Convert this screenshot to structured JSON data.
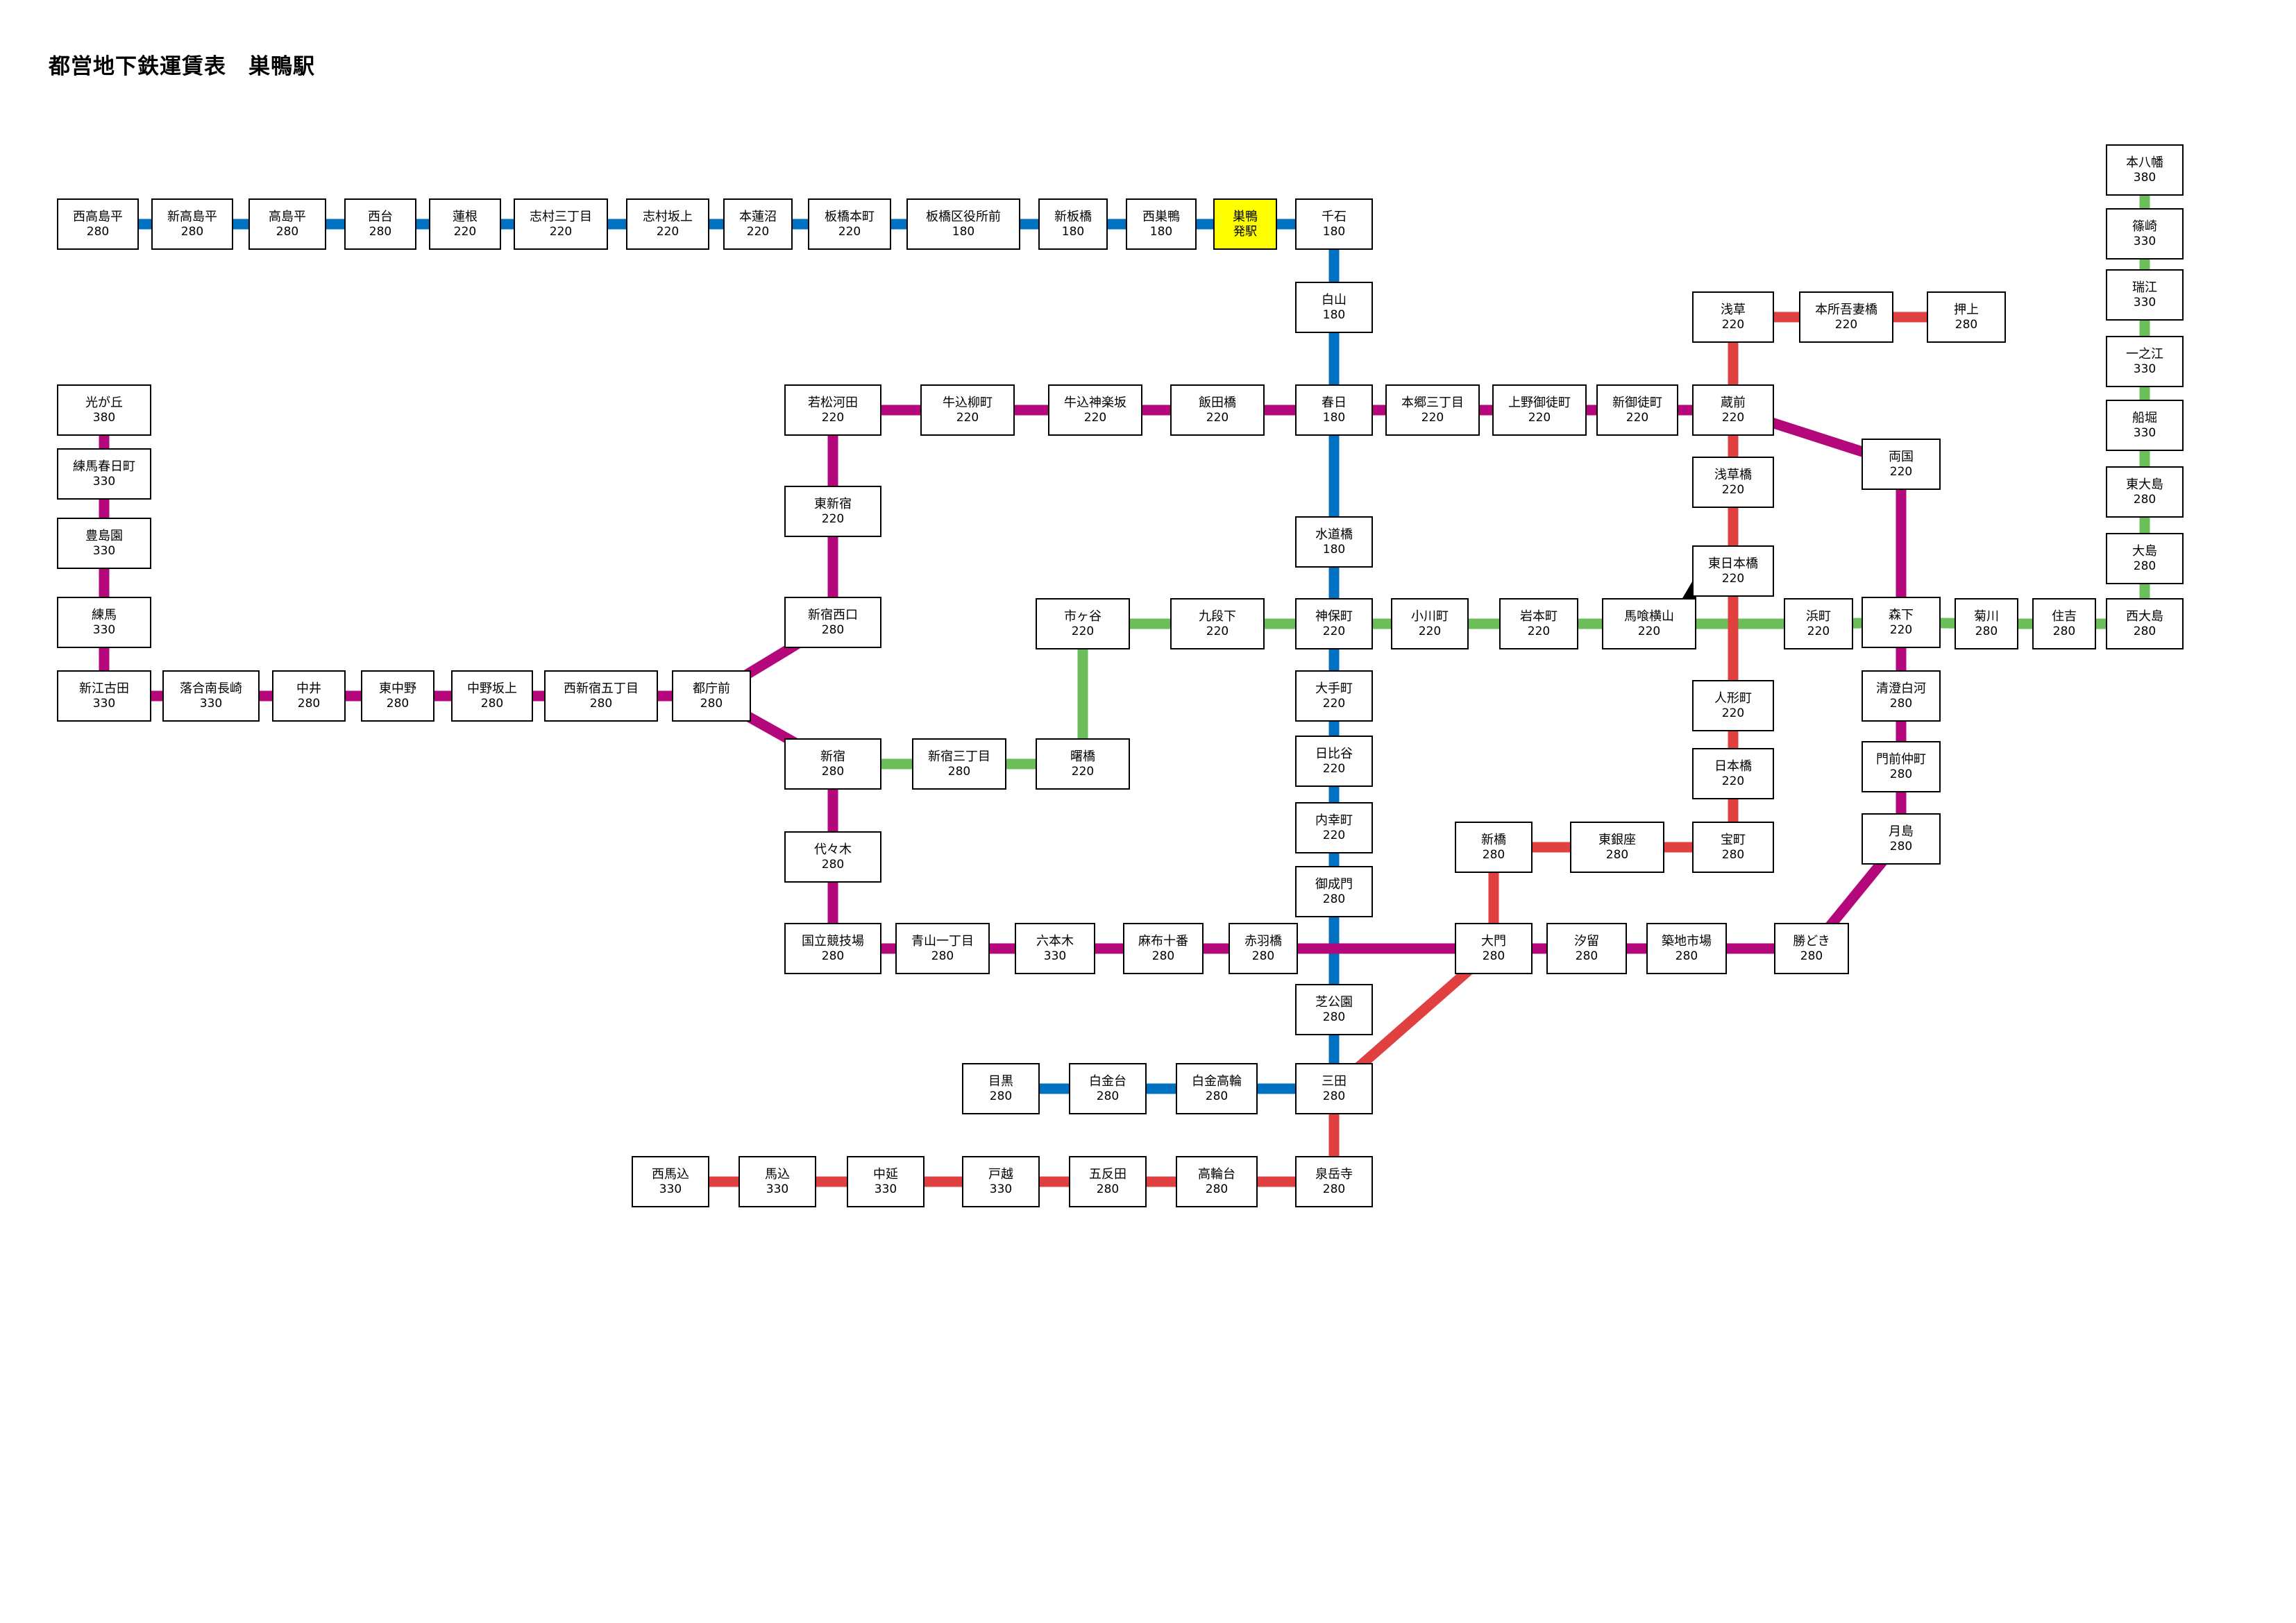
{
  "title": "都営地下鉄運賃表　巣鴨駅",
  "lines": [
    {
      "id": "mita",
      "color": "#0070c0"
    },
    {
      "id": "oedo",
      "color": "#b4077c"
    },
    {
      "id": "shinjuku",
      "color": "#6cbe5a"
    },
    {
      "id": "asakusa",
      "color": "#e04040"
    }
  ],
  "stations": [
    {
      "id": "nishitakashimadaira",
      "name": "西高島平",
      "fare": "280"
    },
    {
      "id": "shintakashimadaira",
      "name": "新高島平",
      "fare": "280"
    },
    {
      "id": "takashimadaira",
      "name": "高島平",
      "fare": "280"
    },
    {
      "id": "nishidai",
      "name": "西台",
      "fare": "280"
    },
    {
      "id": "hasune",
      "name": "蓮根",
      "fare": "220"
    },
    {
      "id": "shimura3",
      "name": "志村三丁目",
      "fare": "220"
    },
    {
      "id": "shimurasakaue",
      "name": "志村坂上",
      "fare": "220"
    },
    {
      "id": "motohasunuma",
      "name": "本蓮沼",
      "fare": "220"
    },
    {
      "id": "itabashihoncho",
      "name": "板橋本町",
      "fare": "220"
    },
    {
      "id": "itabashikuyakusho",
      "name": "板橋区役所前",
      "fare": "180"
    },
    {
      "id": "shinitabashi",
      "name": "新板橋",
      "fare": "180"
    },
    {
      "id": "nishisugamo",
      "name": "西巣鴨",
      "fare": "180"
    },
    {
      "id": "sugamo",
      "name": "巣鴨",
      "fare": "発駅",
      "origin": true
    },
    {
      "id": "sengoku",
      "name": "千石",
      "fare": "180"
    },
    {
      "id": "hakusan",
      "name": "白山",
      "fare": "180"
    },
    {
      "id": "kasuga",
      "name": "春日",
      "fare": "180"
    },
    {
      "id": "suidobashi",
      "name": "水道橋",
      "fare": "180"
    },
    {
      "id": "jimbocho",
      "name": "神保町",
      "fare": "220"
    },
    {
      "id": "otemachi",
      "name": "大手町",
      "fare": "220"
    },
    {
      "id": "hibiya",
      "name": "日比谷",
      "fare": "220"
    },
    {
      "id": "uchisaiwaicho",
      "name": "内幸町",
      "fare": "220"
    },
    {
      "id": "onarimon",
      "name": "御成門",
      "fare": "280"
    },
    {
      "id": "shibakoen",
      "name": "芝公園",
      "fare": "280"
    },
    {
      "id": "mita",
      "name": "三田",
      "fare": "280"
    },
    {
      "id": "shirokanetakanawa",
      "name": "白金高輪",
      "fare": "280"
    },
    {
      "id": "shirokanedai",
      "name": "白金台",
      "fare": "280"
    },
    {
      "id": "meguro",
      "name": "目黒",
      "fare": "280"
    },
    {
      "id": "hikarigaoka",
      "name": "光が丘",
      "fare": "380"
    },
    {
      "id": "nerimakasugacho",
      "name": "練馬春日町",
      "fare": "330"
    },
    {
      "id": "toshimaen",
      "name": "豊島園",
      "fare": "330"
    },
    {
      "id": "nerima",
      "name": "練馬",
      "fare": "330"
    },
    {
      "id": "shinegota",
      "name": "新江古田",
      "fare": "330"
    },
    {
      "id": "ochiaiminaminagasaki",
      "name": "落合南長崎",
      "fare": "330"
    },
    {
      "id": "nakai",
      "name": "中井",
      "fare": "280"
    },
    {
      "id": "higashinakano",
      "name": "東中野",
      "fare": "280"
    },
    {
      "id": "nakanosakaue",
      "name": "中野坂上",
      "fare": "280"
    },
    {
      "id": "nishishinjuku5",
      "name": "西新宿五丁目",
      "fare": "280"
    },
    {
      "id": "tochomae",
      "name": "都庁前",
      "fare": "280"
    },
    {
      "id": "shinjukunishiguchi",
      "name": "新宿西口",
      "fare": "280"
    },
    {
      "id": "higashishinjuku",
      "name": "東新宿",
      "fare": "220"
    },
    {
      "id": "wakamatsukawada",
      "name": "若松河田",
      "fare": "220"
    },
    {
      "id": "ushigomeyanagicho",
      "name": "牛込柳町",
      "fare": "220"
    },
    {
      "id": "ushigomekagurazaka",
      "name": "牛込神楽坂",
      "fare": "220"
    },
    {
      "id": "iidabashi",
      "name": "飯田橋",
      "fare": "220"
    },
    {
      "id": "hongo3",
      "name": "本郷三丁目",
      "fare": "220"
    },
    {
      "id": "uenookachimachi",
      "name": "上野御徒町",
      "fare": "220"
    },
    {
      "id": "shinokachimachi",
      "name": "新御徒町",
      "fare": "220"
    },
    {
      "id": "kuramae",
      "name": "蔵前",
      "fare": "220"
    },
    {
      "id": "ryogoku",
      "name": "両国",
      "fare": "220"
    },
    {
      "id": "morishita",
      "name": "森下",
      "fare": "220"
    },
    {
      "id": "kiyosumishirakawa",
      "name": "清澄白河",
      "fare": "280"
    },
    {
      "id": "monzennakacho",
      "name": "門前仲町",
      "fare": "280"
    },
    {
      "id": "tsukishima",
      "name": "月島",
      "fare": "280"
    },
    {
      "id": "kachidoki",
      "name": "勝どき",
      "fare": "280"
    },
    {
      "id": "tsukijishijo",
      "name": "築地市場",
      "fare": "280"
    },
    {
      "id": "shiodome",
      "name": "汐留",
      "fare": "280"
    },
    {
      "id": "daimon",
      "name": "大門",
      "fare": "280"
    },
    {
      "id": "akabanebashi",
      "name": "赤羽橋",
      "fare": "280"
    },
    {
      "id": "azabujuban",
      "name": "麻布十番",
      "fare": "280"
    },
    {
      "id": "roppongi",
      "name": "六本木",
      "fare": "330"
    },
    {
      "id": "aoyamaitchome",
      "name": "青山一丁目",
      "fare": "280"
    },
    {
      "id": "kokuritsukyogijo",
      "name": "国立競技場",
      "fare": "280"
    },
    {
      "id": "yoyogi",
      "name": "代々木",
      "fare": "280"
    },
    {
      "id": "shinjuku",
      "name": "新宿",
      "fare": "280"
    },
    {
      "id": "shinjuku3",
      "name": "新宿三丁目",
      "fare": "280"
    },
    {
      "id": "akebonobashi",
      "name": "曙橋",
      "fare": "220"
    },
    {
      "id": "ichigaya",
      "name": "市ヶ谷",
      "fare": "220"
    },
    {
      "id": "kudanshita",
      "name": "九段下",
      "fare": "220"
    },
    {
      "id": "ogawamachi",
      "name": "小川町",
      "fare": "220"
    },
    {
      "id": "iwamotocho",
      "name": "岩本町",
      "fare": "220"
    },
    {
      "id": "bakuroyokoyama",
      "name": "馬喰横山",
      "fare": "220"
    },
    {
      "id": "hamacho",
      "name": "浜町",
      "fare": "220"
    },
    {
      "id": "kikukawa",
      "name": "菊川",
      "fare": "280"
    },
    {
      "id": "sumiyoshi",
      "name": "住吉",
      "fare": "280"
    },
    {
      "id": "nishiojima",
      "name": "西大島",
      "fare": "280"
    },
    {
      "id": "ojima",
      "name": "大島",
      "fare": "280"
    },
    {
      "id": "higashiojima",
      "name": "東大島",
      "fare": "280"
    },
    {
      "id": "funabori",
      "name": "船堀",
      "fare": "330"
    },
    {
      "id": "ichinoe",
      "name": "一之江",
      "fare": "330"
    },
    {
      "id": "mizue",
      "name": "瑞江",
      "fare": "330"
    },
    {
      "id": "shinozaki",
      "name": "篠崎",
      "fare": "330"
    },
    {
      "id": "motoyawata",
      "name": "本八幡",
      "fare": "380"
    },
    {
      "id": "asakusa",
      "name": "浅草",
      "fare": "220"
    },
    {
      "id": "honjoazumabashi",
      "name": "本所吾妻橋",
      "fare": "220"
    },
    {
      "id": "oshiage",
      "name": "押上",
      "fare": "280"
    },
    {
      "id": "asakusabashi",
      "name": "浅草橋",
      "fare": "220"
    },
    {
      "id": "higashinihombashi",
      "name": "東日本橋",
      "fare": "220"
    },
    {
      "id": "ningyocho",
      "name": "人形町",
      "fare": "220"
    },
    {
      "id": "nihombashi",
      "name": "日本橋",
      "fare": "220"
    },
    {
      "id": "takaracho",
      "name": "宝町",
      "fare": "280"
    },
    {
      "id": "higashiginza",
      "name": "東銀座",
      "fare": "280"
    },
    {
      "id": "shimbashi",
      "name": "新橋",
      "fare": "280"
    },
    {
      "id": "sengakuji",
      "name": "泉岳寺",
      "fare": "280"
    },
    {
      "id": "takanawadai",
      "name": "高輪台",
      "fare": "280"
    },
    {
      "id": "gotanda",
      "name": "五反田",
      "fare": "280"
    },
    {
      "id": "togoshi",
      "name": "戸越",
      "fare": "330"
    },
    {
      "id": "nakanobu",
      "name": "中延",
      "fare": "330"
    },
    {
      "id": "magome",
      "name": "馬込",
      "fare": "330"
    },
    {
      "id": "nishimagome",
      "name": "西馬込",
      "fare": "330"
    }
  ]
}
